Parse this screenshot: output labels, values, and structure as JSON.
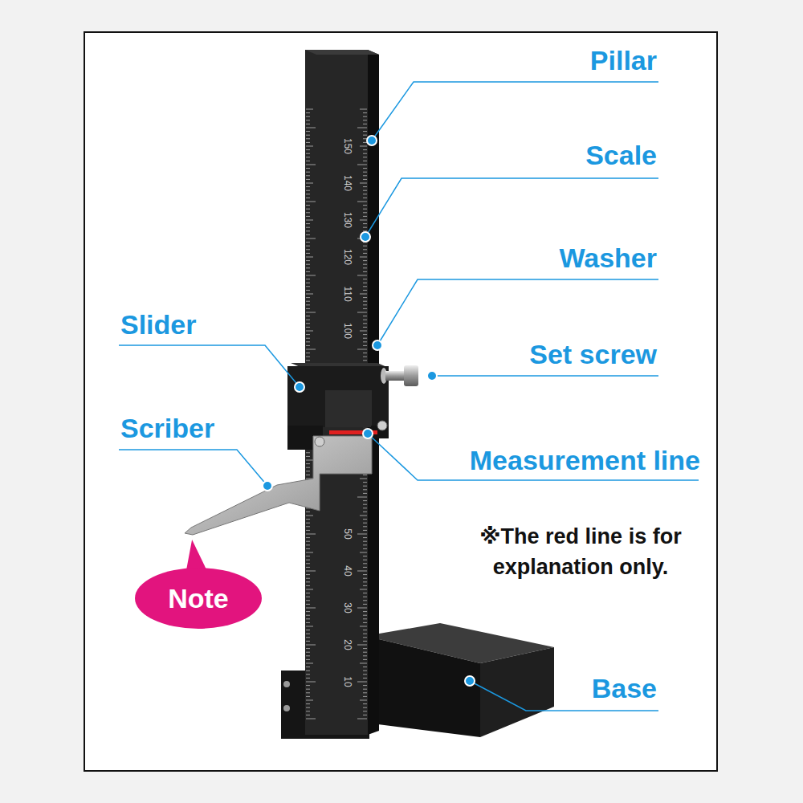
{
  "diagram": {
    "nodes": [
      {
        "text": [
          "Note"
        ]
      }
    ],
    "labels": [
      "Pillar",
      "Scale",
      "Washer",
      "Slider",
      "Set screw",
      "Scriber",
      "Measurement line",
      "※The red line is for explanation only.",
      "Base",
      "150",
      "140",
      "130",
      "120",
      "110",
      "100",
      "50",
      "40",
      "30",
      "20",
      "10"
    ]
  }
}
